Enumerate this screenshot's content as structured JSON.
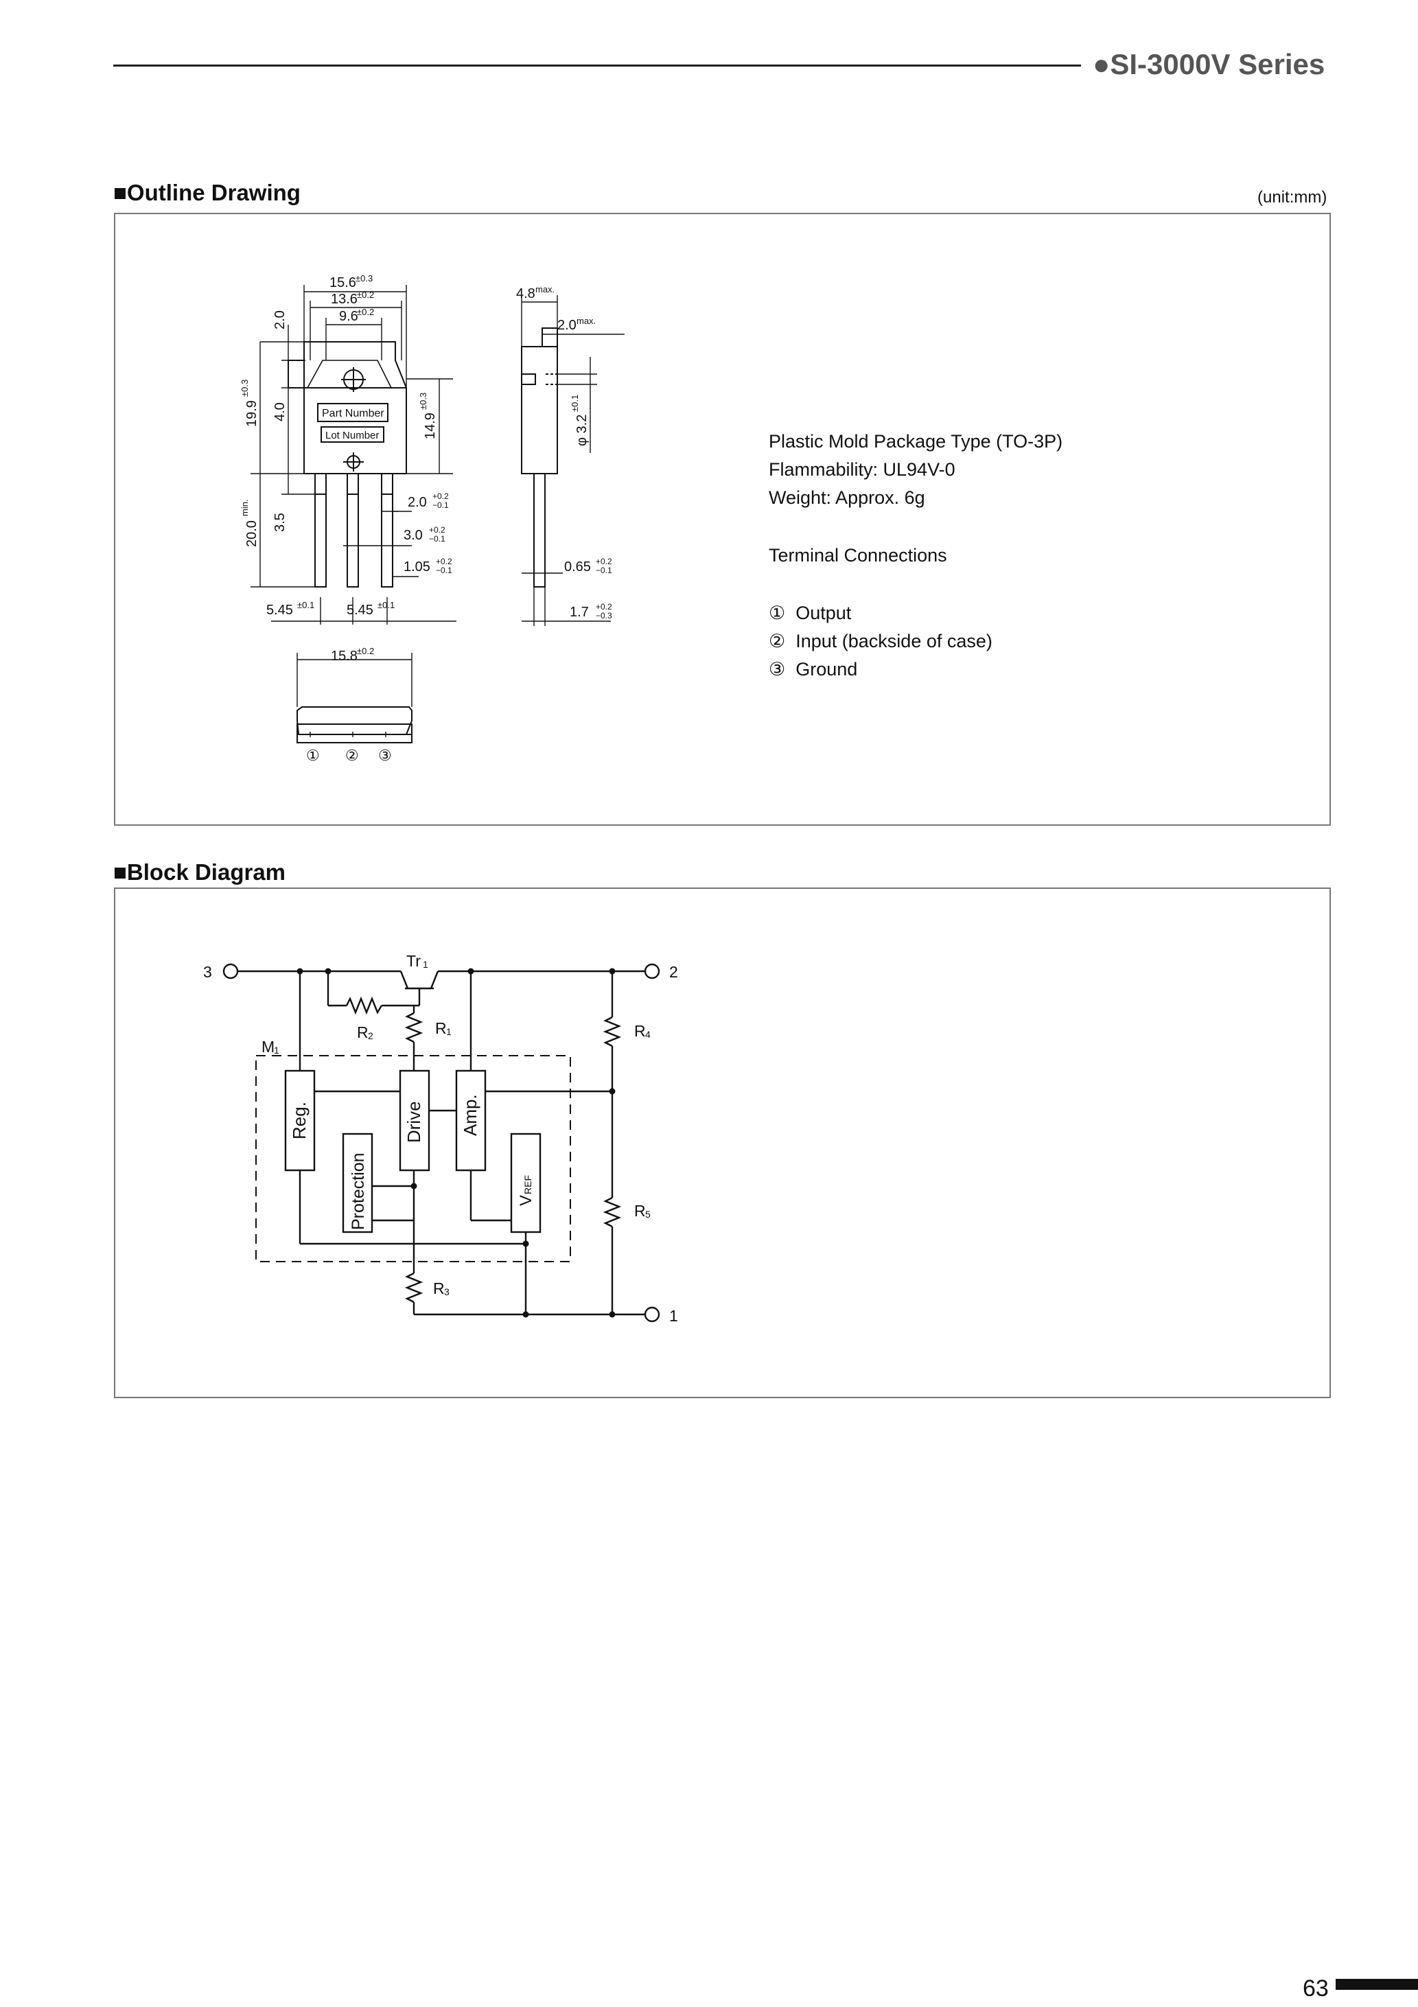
{
  "header": {
    "series_title": "●SI-3000V Series"
  },
  "outline": {
    "title": "■Outline Drawing",
    "unit": "(unit:mm)",
    "package_type": "Plastic Mold Package Type (TO-3P)",
    "flammability": "Flammability: UL94V-0",
    "weight": "Weight: Approx. 6g",
    "terminal_title": "Terminal Connections",
    "terminals": [
      {
        "num": "①",
        "label": "Output"
      },
      {
        "num": "②",
        "label": "Input (backside of case)"
      },
      {
        "num": "③",
        "label": "Ground"
      }
    ],
    "drawing": {
      "dims": {
        "w156": "15.6",
        "w156_tol": "±0.3",
        "w136": "13.6",
        "w136_tol": "±0.2",
        "w96": "9.6",
        "w96_tol": "±0.2",
        "h20": "2.0",
        "h40": "4.0",
        "h199": "19.9",
        "h199_tol": "±0.3",
        "h149": "14.9",
        "h149_tol": "±0.3",
        "h35": "3.5",
        "h200": "20.0",
        "h200_tol": "min.",
        "d20": "2.0",
        "d30": "3.0",
        "d105": "1.05",
        "tol_p02": "+0.2",
        "tol_m01": "−0.1",
        "p545a": "5.45",
        "p545a_tol": "±0.1",
        "p545b": "5.45",
        "p545b_tol": "±0.1",
        "s48": "4.8",
        "s48_tol": "max.",
        "s20": "2.0",
        "s20_tol": "max.",
        "phi32": "φ 3.2",
        "phi32_tol": "±0.1",
        "s065": "0.65",
        "s17": "1.7",
        "tol_m03": "−0.3",
        "b158": "15.8",
        "b158_tol": "±0.2"
      },
      "labels": {
        "part_number": "Part Number",
        "lot_number": "Lot Number",
        "pin1": "①",
        "pin2": "②",
        "pin3": "③"
      }
    }
  },
  "block": {
    "title": "■Block Diagram",
    "pins": {
      "p3": "3",
      "p2": "2",
      "p1": "1"
    },
    "components": {
      "tr1": "Tr",
      "tr1_sub": "1",
      "r1": "R",
      "r1_sub": "1",
      "r2": "R",
      "r2_sub": "2",
      "r3": "R",
      "r3_sub": "3",
      "r4": "R",
      "r4_sub": "4",
      "r5": "R",
      "r5_sub": "5",
      "m1": "M",
      "m1_sub": "1"
    },
    "blocks": {
      "reg": "Reg.",
      "drive": "Drive",
      "amp": "Amp.",
      "protection": "Protection",
      "vref": "V",
      "vref_sub": "REF"
    }
  },
  "footer": {
    "page_number": "63"
  }
}
